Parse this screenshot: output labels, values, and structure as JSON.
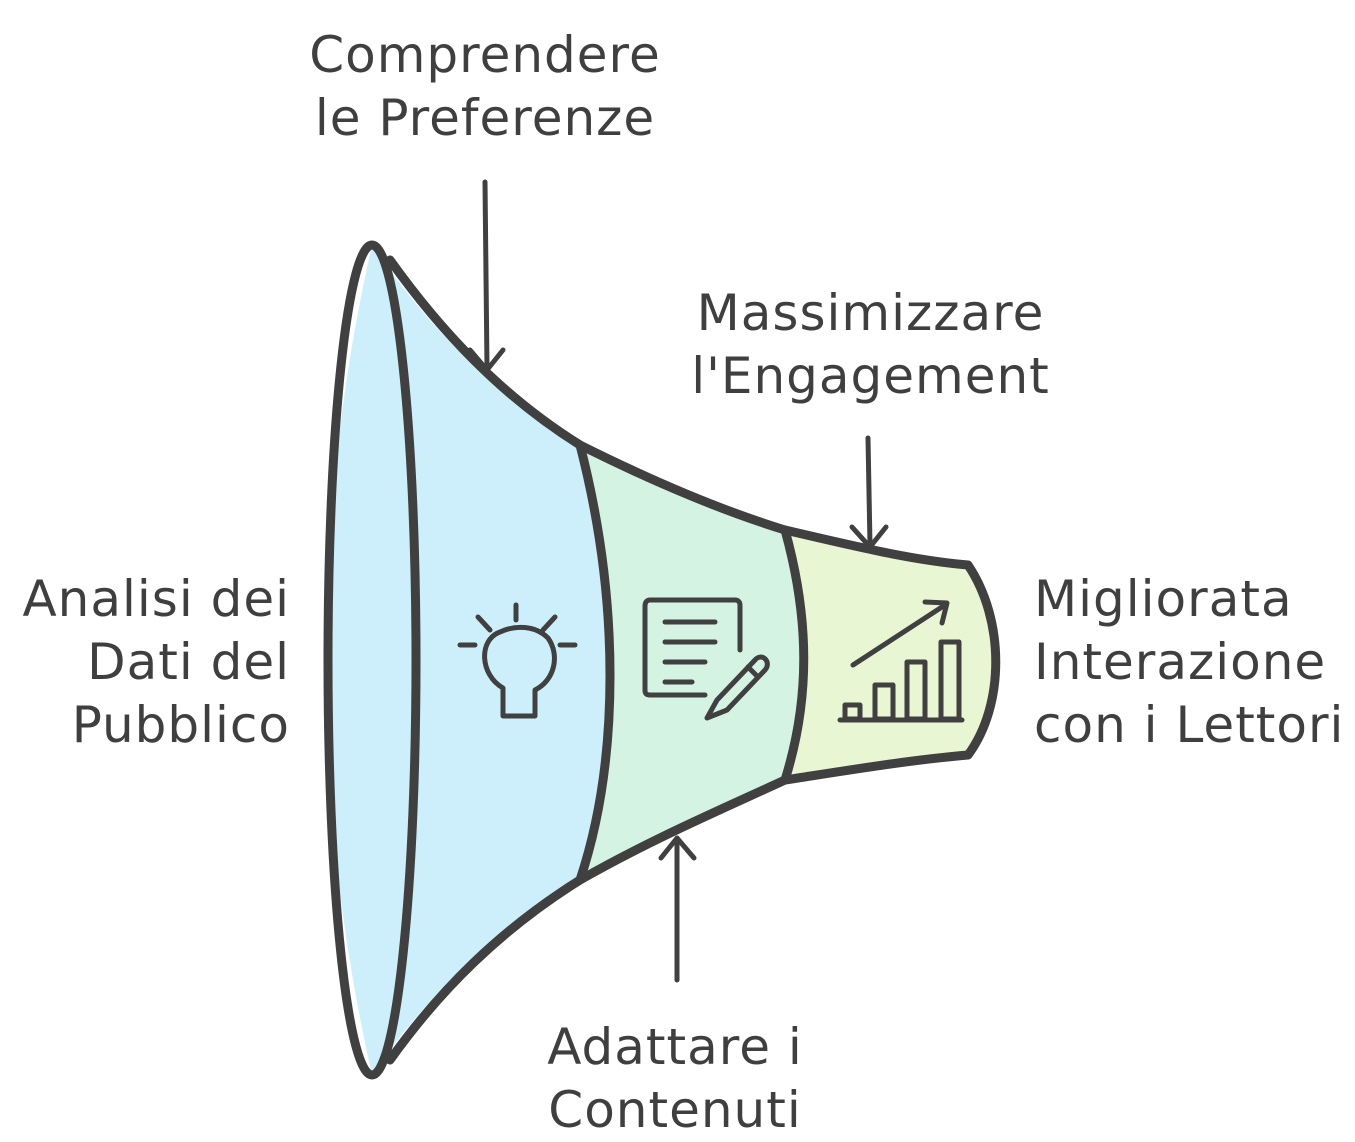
{
  "diagram": {
    "labels": {
      "input": [
        "Analisi dei",
        "Dati del",
        "Pubblico"
      ],
      "stage1": [
        "Comprendere",
        "le Preferenze"
      ],
      "stage2": [
        "Adattare i",
        "Contenuti"
      ],
      "stage3": [
        "Massimizzare",
        "l'Engagement"
      ],
      "output": [
        "Migliorata",
        "Interazione",
        "con i Lettori"
      ]
    },
    "icons": [
      "lightbulb-icon",
      "document-edit-icon",
      "growth-chart-icon"
    ],
    "colors": {
      "outline": "#404040",
      "section1": "#cdeffb",
      "section2": "#d4f3e3",
      "section3": "#e9f6d3"
    }
  }
}
